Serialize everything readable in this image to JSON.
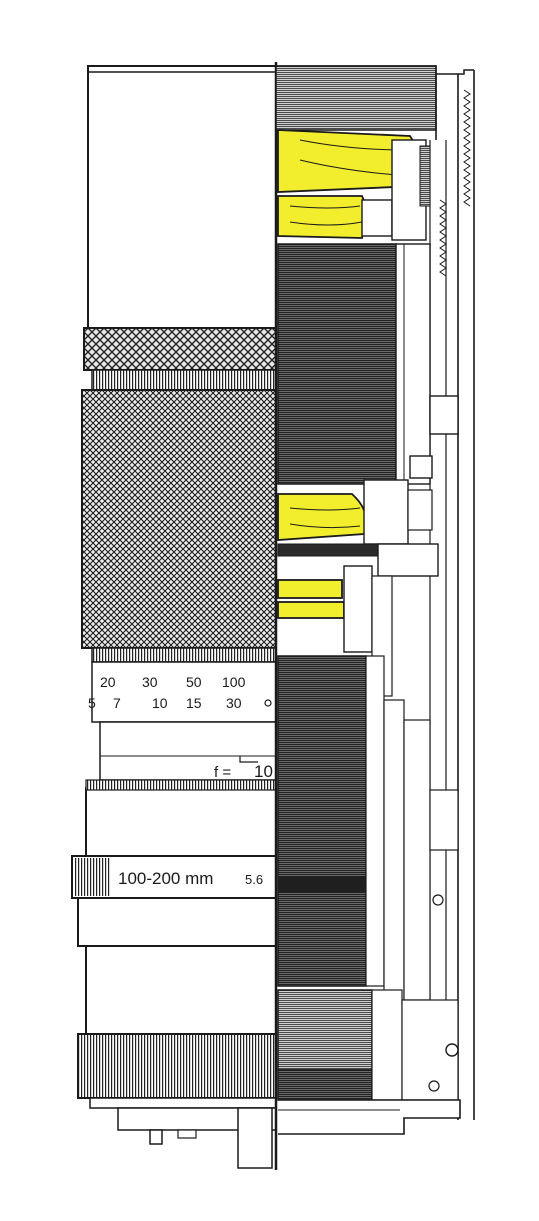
{
  "colors": {
    "paper": "#ffffff",
    "ink": "#1a1a1a",
    "lens_element": "#f2ee2e",
    "barrel_dark": "#3a3a3a",
    "barrel_mid": "#8a8a8a",
    "barrel_light": "#d9d9d9"
  },
  "distance_scale": {
    "upper_row": [
      "20",
      "30",
      "50",
      "100"
    ],
    "lower_row": [
      "5",
      "7",
      "10",
      "15",
      "30"
    ]
  },
  "focal_mark": {
    "prefix": "f =",
    "value": "10"
  },
  "zoom_ring": {
    "focal_range": "100-200 mm",
    "aperture": "5.6"
  }
}
